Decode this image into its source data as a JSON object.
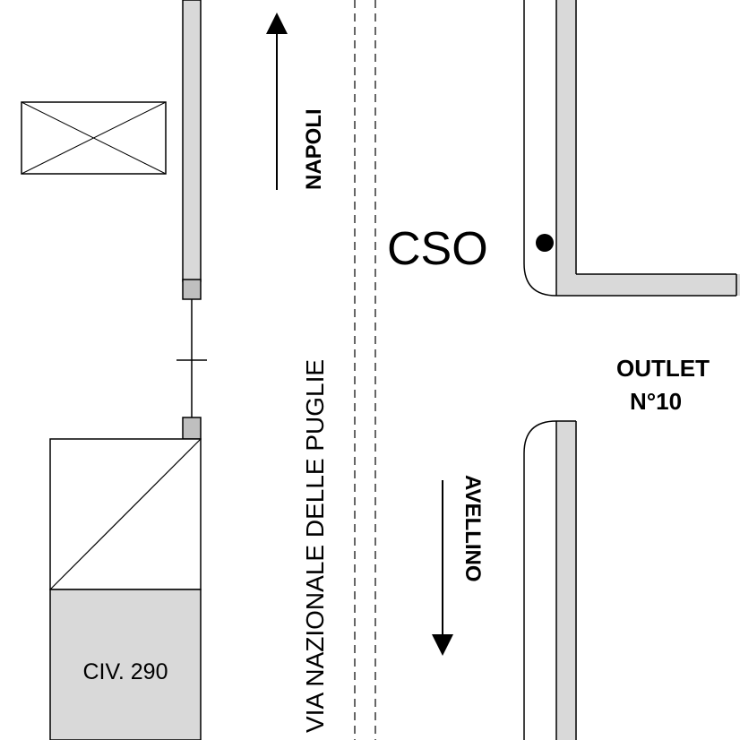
{
  "labels": {
    "cso": "CSO",
    "outlet_line1": "OUTLET",
    "outlet_line2": "N°10",
    "direction_north": "NAPOLI",
    "direction_south": "AVELLINO",
    "street_name": "VIA NAZIONALE DELLE PUGLIE",
    "civic_number": "CIV. 290"
  },
  "colors": {
    "wall_fill": "#d9d9d9",
    "stroke": "#000000",
    "background": "#ffffff",
    "cso_marker": "#000000"
  }
}
